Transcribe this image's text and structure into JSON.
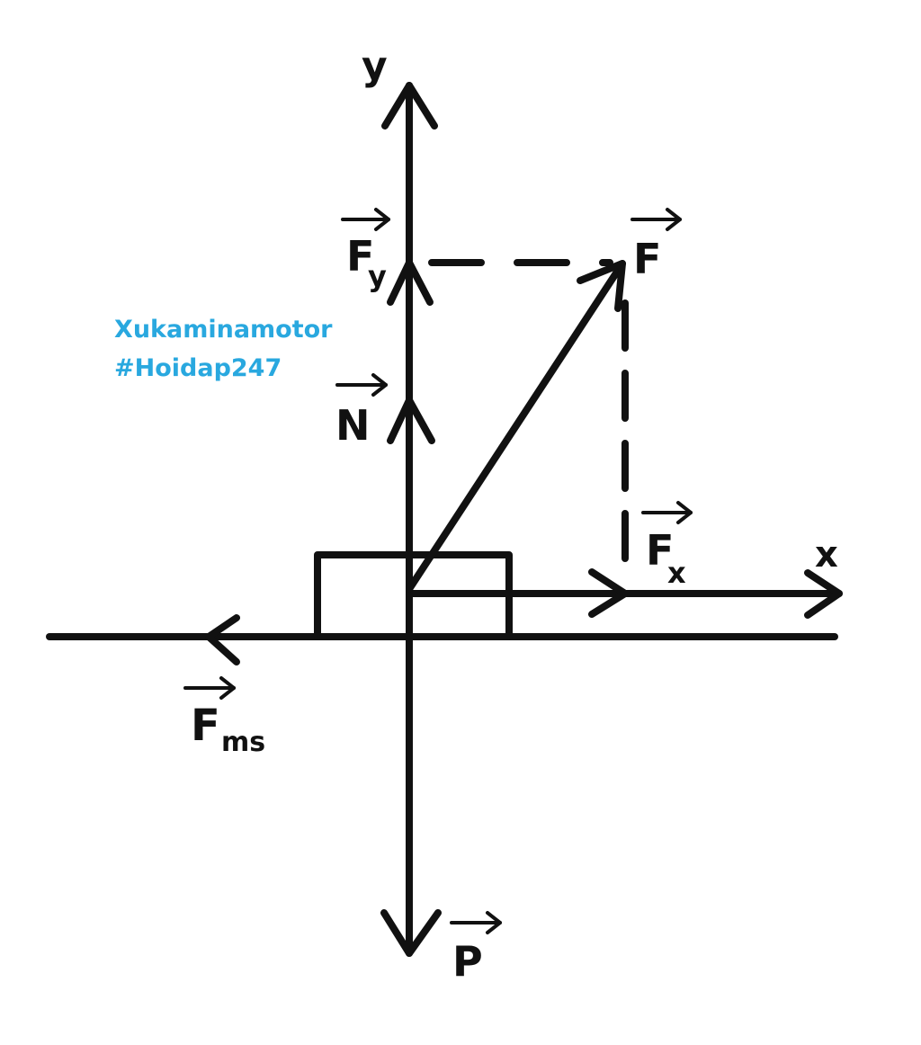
{
  "axes": {
    "x": "x",
    "y": "y"
  },
  "forces": {
    "F": "F",
    "Fy": {
      "base": "F",
      "sub": "y"
    },
    "Fx": {
      "base": "F",
      "sub": "x"
    },
    "N": "N",
    "P": "P",
    "Fms": {
      "base": "F",
      "sub": "ms"
    }
  },
  "watermark": {
    "line1": "Xukaminamotor",
    "line2": "#Hoidap247",
    "color": "#29a8df"
  },
  "colors": {
    "ink": "#111111",
    "background": "#ffffff"
  }
}
